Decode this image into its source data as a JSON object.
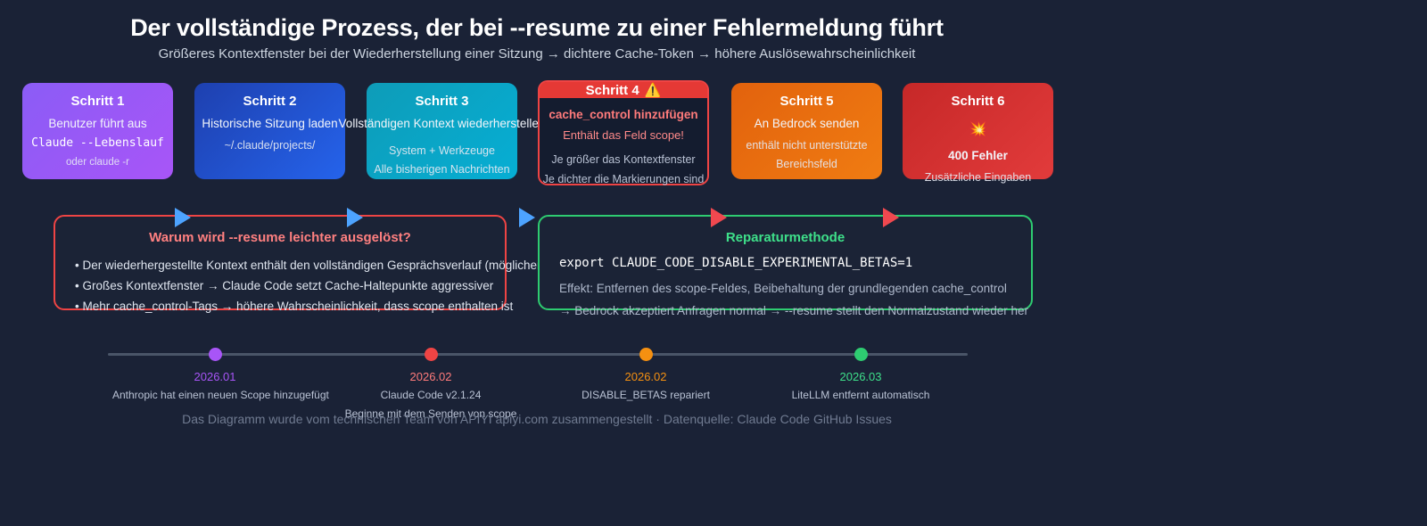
{
  "header": {
    "title": "Der vollständige Prozess, der bei --resume zu einer Fehlermeldung führt",
    "subtitle": "Größeres Kontextfenster bei der Wiederherstellung einer Sitzung → dichtere Cache-Token → höhere Auslösewahrscheinlichkeit"
  },
  "steps": [
    {
      "title": "Schritt 1",
      "main": "Benutzer führt aus",
      "mono": "Claude --Lebenslauf",
      "tiny": "oder claude -r",
      "color": "#a855f7"
    },
    {
      "title": "Schritt 2",
      "main": "Historische Sitzung laden",
      "sub": "~/.claude/projects/",
      "color": "#2563eb"
    },
    {
      "title": "Schritt 3",
      "main": "Vollständigen Kontext wiederherstellen",
      "sub1": "System + Werkzeuge",
      "sub2": "Alle bisherigen Nachrichten",
      "color": "#06aed4"
    },
    {
      "title": "Schritt 4",
      "icon": "⚠️",
      "highlight": "cache_control hinzufügen",
      "highlight2": "Enthält das Feld scope!",
      "note1": "Je größer das Kontextfenster",
      "note2": "Je dichter die Markierungen sind",
      "color": "#ef4444"
    },
    {
      "title": "Schritt 5",
      "main": "An Bedrock senden",
      "sub1": "enthält nicht unterstützte",
      "sub2": "Bereichsfeld",
      "color": "#f07c12"
    },
    {
      "title": "Schritt 6",
      "icon": "💥",
      "main": "400 Fehler",
      "sub": "Zusätzliche Eingaben",
      "color": "#e23b3b"
    }
  ],
  "panel_red": {
    "title": "Warum wird --resume leichter ausgelöst?",
    "bullets": [
      "Der wiederhergestellte Kontext enthält den vollständigen Gesprächsverlauf (möglicherweise mehrere Runden)",
      "Großes Kontextfenster → Claude Code setzt Cache-Haltepunkte aggressiver",
      "Mehr cache_control-Tags → höhere Wahrscheinlichkeit, dass scope enthalten ist"
    ]
  },
  "panel_green": {
    "title": "Reparaturmethode",
    "command": "export CLAUDE_CODE_DISABLE_EXPERIMENTAL_BETAS=1",
    "effect": "Effekt: Entfernen des scope-Feldes, Beibehaltung der grundlegenden cache_control",
    "result": "→ Bedrock akzeptiert Anfragen normal → --resume stellt den Normalzustand wieder her"
  },
  "timeline": [
    {
      "date": "2026.01",
      "label": "Anthropic hat einen neuen Scope hinzugefügt",
      "label2": "",
      "color": "#a855f7"
    },
    {
      "date": "2026.02",
      "label": "Claude Code v2.1.24",
      "label2": "Beginne mit dem Senden von scope",
      "color": "#ef4444"
    },
    {
      "date": "2026.02",
      "label": "DISABLE_BETAS repariert",
      "label2": "",
      "color": "#f59011"
    },
    {
      "date": "2026.03",
      "label": "LiteLLM entfernt automatisch",
      "label2": "",
      "color": "#2ecc71"
    }
  ],
  "footer": "Das Diagramm wurde vom technischen Team von APIYI apiyi.com zusammengestellt · Datenquelle: Claude Code GitHub Issues"
}
